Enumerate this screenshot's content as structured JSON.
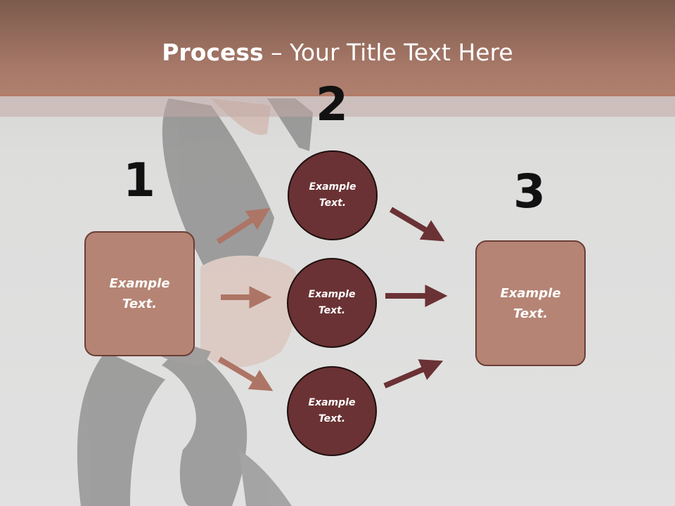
{
  "title": {
    "bold": "Process",
    "rest": " – Your Title Text Here"
  },
  "steps": {
    "step1": {
      "number": "1",
      "text_line1": "Example",
      "text_line2": "Text."
    },
    "step2": {
      "number": "2",
      "items": [
        {
          "text_line1": "Example",
          "text_line2": "Text."
        },
        {
          "text_line1": "Example",
          "text_line2": "Text."
        },
        {
          "text_line1": "Example",
          "text_line2": "Text."
        }
      ]
    },
    "step3": {
      "number": "3",
      "text_line1": "Example",
      "text_line2": "Text."
    }
  },
  "colors": {
    "header": "#a77868",
    "box_fill": "#b58474",
    "circle_fill": "#6a3234",
    "arrow_left": "#ad7565",
    "arrow_right": "#6a3234"
  }
}
